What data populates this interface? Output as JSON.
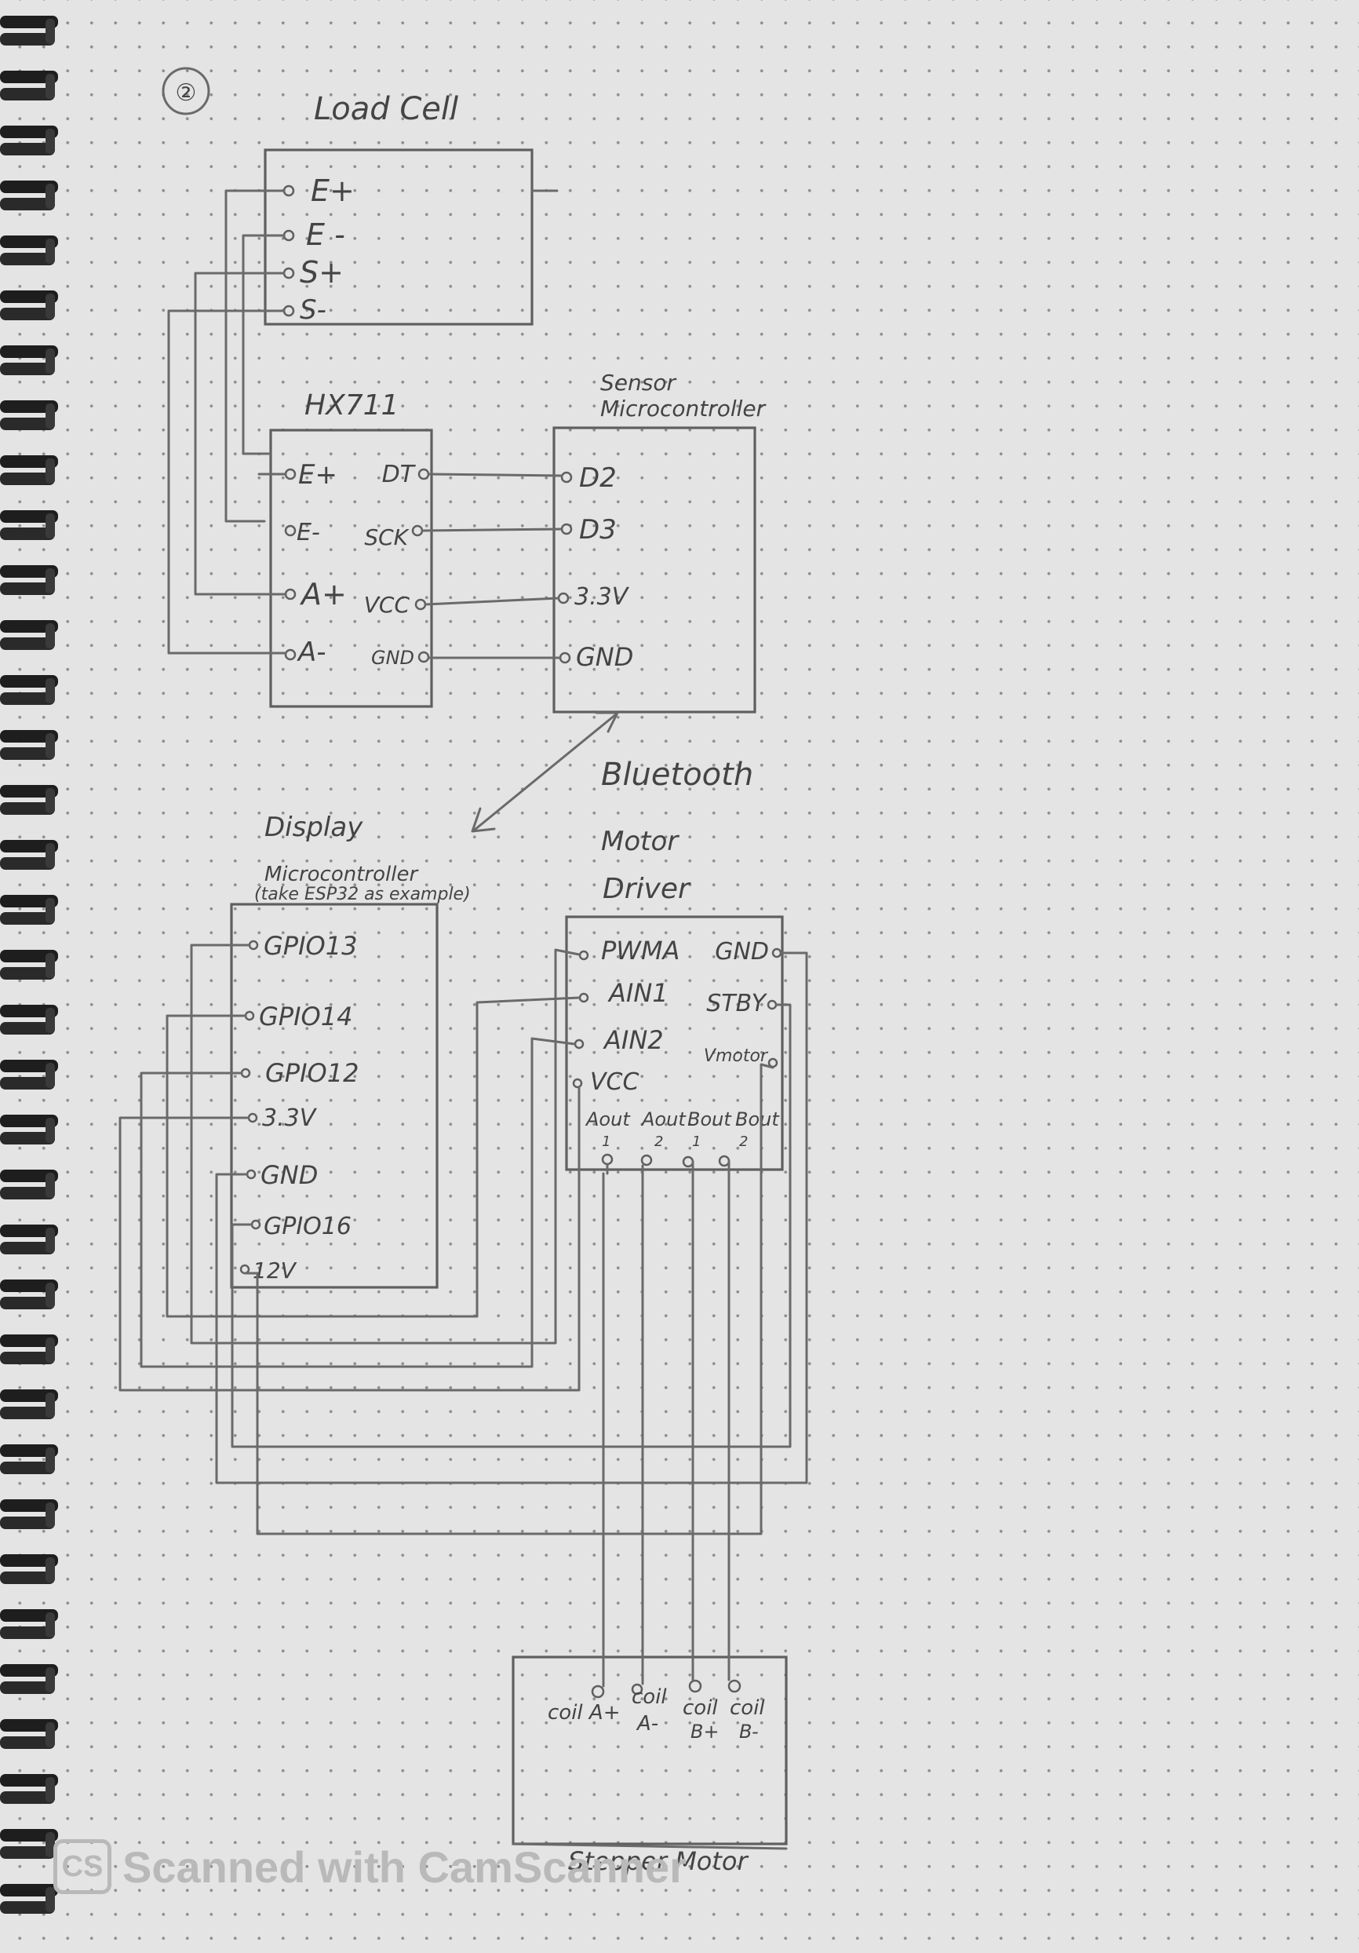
{
  "sheet_number": "②",
  "load_cell": {
    "title": "Load Cell",
    "pins": [
      "E+",
      "E -",
      "S+",
      "S-"
    ]
  },
  "hx711": {
    "title": "HX711",
    "left_pins": [
      "E+",
      "E-",
      "A+",
      "A-"
    ],
    "right_pins": [
      "DT",
      "SCK",
      "VCC",
      "GND"
    ]
  },
  "sensor_mcu": {
    "title_line1": "Sensor",
    "title_line2": "Microcontroller",
    "pins": [
      "D2",
      "D3",
      "3.3V",
      "GND"
    ]
  },
  "bluetooth_label": "Bluetooth",
  "display_mcu": {
    "title_line1": "Display",
    "title_line2": "Microcontroller",
    "subtitle": "(take ESP32 as example)",
    "pins": [
      "GPIO13",
      "GPIO14",
      "GPIO12",
      "3.3V",
      "GND",
      "GPIO16",
      "12V"
    ]
  },
  "motor_driver": {
    "title_line1": "Motor",
    "title_line2": "Driver",
    "left_pins": [
      "PWMA",
      "AIN1",
      "AIN2",
      "VCC"
    ],
    "right_pins": [
      "GND",
      "STBY",
      "Vmotor"
    ],
    "outputs": [
      {
        "name": "Aout",
        "num": "1"
      },
      {
        "name": "Aout",
        "num": "2"
      },
      {
        "name": "Bout",
        "num": "1"
      },
      {
        "name": "Bout",
        "num": "2"
      }
    ]
  },
  "stepper_motor": {
    "title": "Stepper Motor",
    "coils": [
      {
        "line1": "coil A+",
        "line2": ""
      },
      {
        "line1": "coil",
        "line2": "A-"
      },
      {
        "line1": "coil",
        "line2": "B+"
      },
      {
        "line1": "coil",
        "line2": "B-"
      }
    ]
  },
  "watermark": {
    "logo": "CS",
    "text": "Scanned with CamScanner"
  }
}
